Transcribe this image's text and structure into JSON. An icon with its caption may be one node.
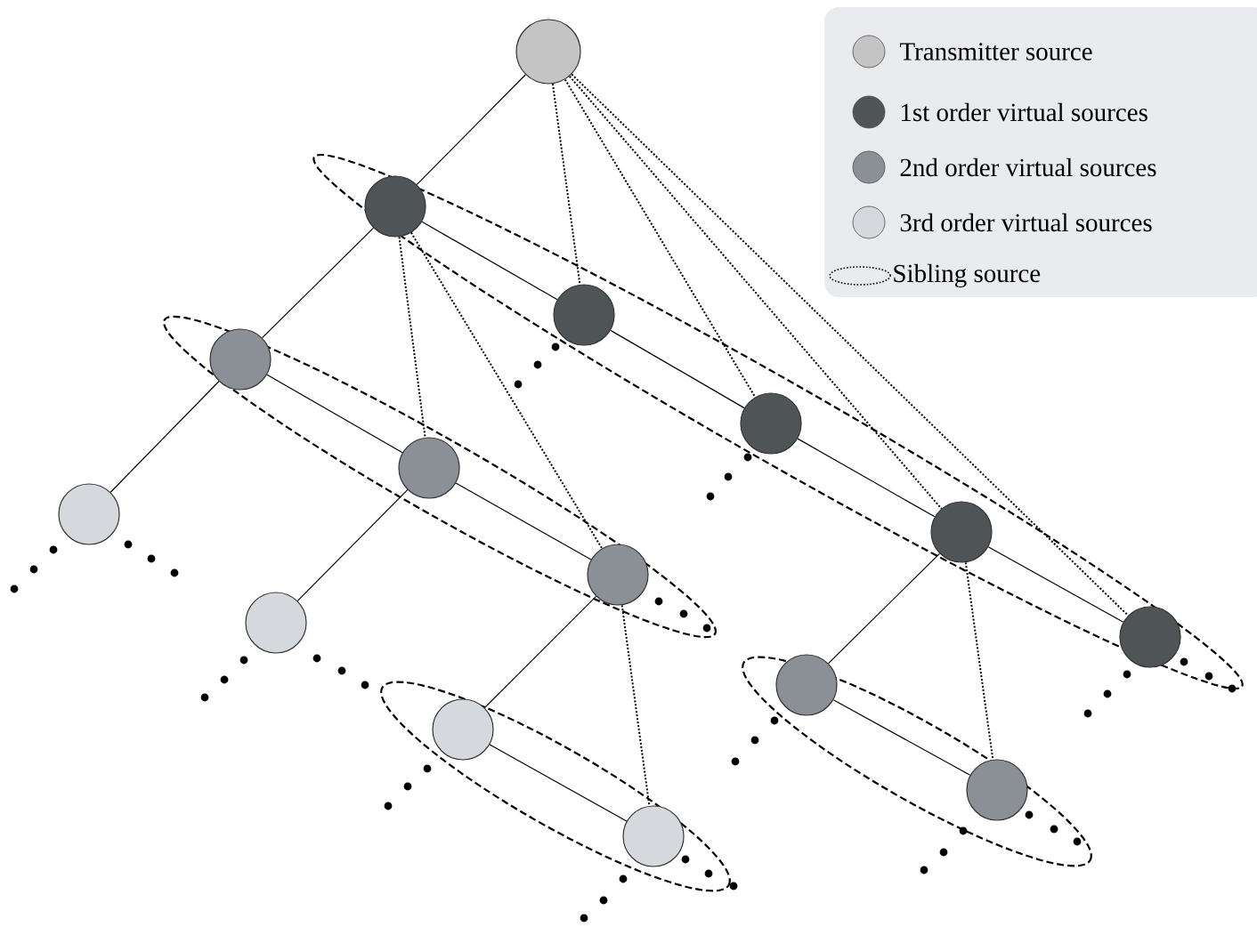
{
  "diagram": {
    "nodes": [
      {
        "text": [],
        "shape": "circle"
      },
      {
        "text": [],
        "shape": "circle"
      },
      {
        "text": [],
        "shape": "circle"
      },
      {
        "text": [],
        "shape": "circle"
      },
      {
        "text": [],
        "shape": "circle"
      },
      {
        "text": [],
        "shape": "circle"
      },
      {
        "text": [],
        "shape": "circle"
      },
      {
        "text": [],
        "shape": "circle"
      },
      {
        "text": [],
        "shape": "circle"
      },
      {
        "text": [],
        "shape": "circle"
      },
      {
        "text": [],
        "shape": "circle"
      },
      {
        "text": [],
        "shape": "circle"
      },
      {
        "text": [],
        "shape": "circle"
      },
      {
        "text": [],
        "shape": "circle"
      },
      {
        "text": [],
        "shape": "circle"
      }
    ],
    "edges": [
      {
        "from": 0,
        "to": 1,
        "arrow": "none"
      },
      {
        "from": 0,
        "to": 2,
        "arrow": "none",
        "style": "dashed"
      },
      {
        "from": 0,
        "to": 4,
        "arrow": "none",
        "style": "dashed"
      },
      {
        "from": 0,
        "to": 7,
        "arrow": "none",
        "style": "dashed"
      },
      {
        "from": 0,
        "to": 10,
        "arrow": "none",
        "style": "dashed"
      },
      {
        "from": 1,
        "to": 2,
        "arrow": "none"
      },
      {
        "from": 2,
        "to": 4,
        "arrow": "none"
      },
      {
        "from": 4,
        "to": 7,
        "arrow": "none"
      },
      {
        "from": 7,
        "to": 10,
        "arrow": "none"
      },
      {
        "from": 1,
        "to": 3,
        "arrow": "none"
      },
      {
        "from": 1,
        "to": 5,
        "arrow": "none",
        "style": "dashed"
      },
      {
        "from": 1,
        "to": 8,
        "arrow": "none",
        "style": "dashed"
      },
      {
        "from": 3,
        "to": 5,
        "arrow": "none"
      },
      {
        "from": 5,
        "to": 8,
        "arrow": "none"
      },
      {
        "from": 3,
        "to": 6,
        "arrow": "none"
      },
      {
        "from": 5,
        "to": 9,
        "arrow": "none"
      },
      {
        "from": 8,
        "to": 12,
        "arrow": "none"
      },
      {
        "from": 8,
        "to": 14,
        "arrow": "none",
        "style": "dashed"
      },
      {
        "from": 12,
        "to": 14,
        "arrow": "none"
      },
      {
        "from": 7,
        "to": 11,
        "arrow": "none"
      },
      {
        "from": 7,
        "to": 13,
        "arrow": "none",
        "style": "dashed"
      },
      {
        "from": 11,
        "to": 13,
        "arrow": "none"
      }
    ],
    "legend": [
      {
        "text": "Transmitter source"
      },
      {
        "text": "1st order virtual sources",
        "color": "#4f5557"
      },
      {
        "text": "2nd order virtual sources",
        "color": "#8a9096"
      },
      {
        "text": "3rd order virtual sources",
        "color": "#d5d8dc"
      },
      {
        "text": "Sibling  source"
      }
    ]
  }
}
